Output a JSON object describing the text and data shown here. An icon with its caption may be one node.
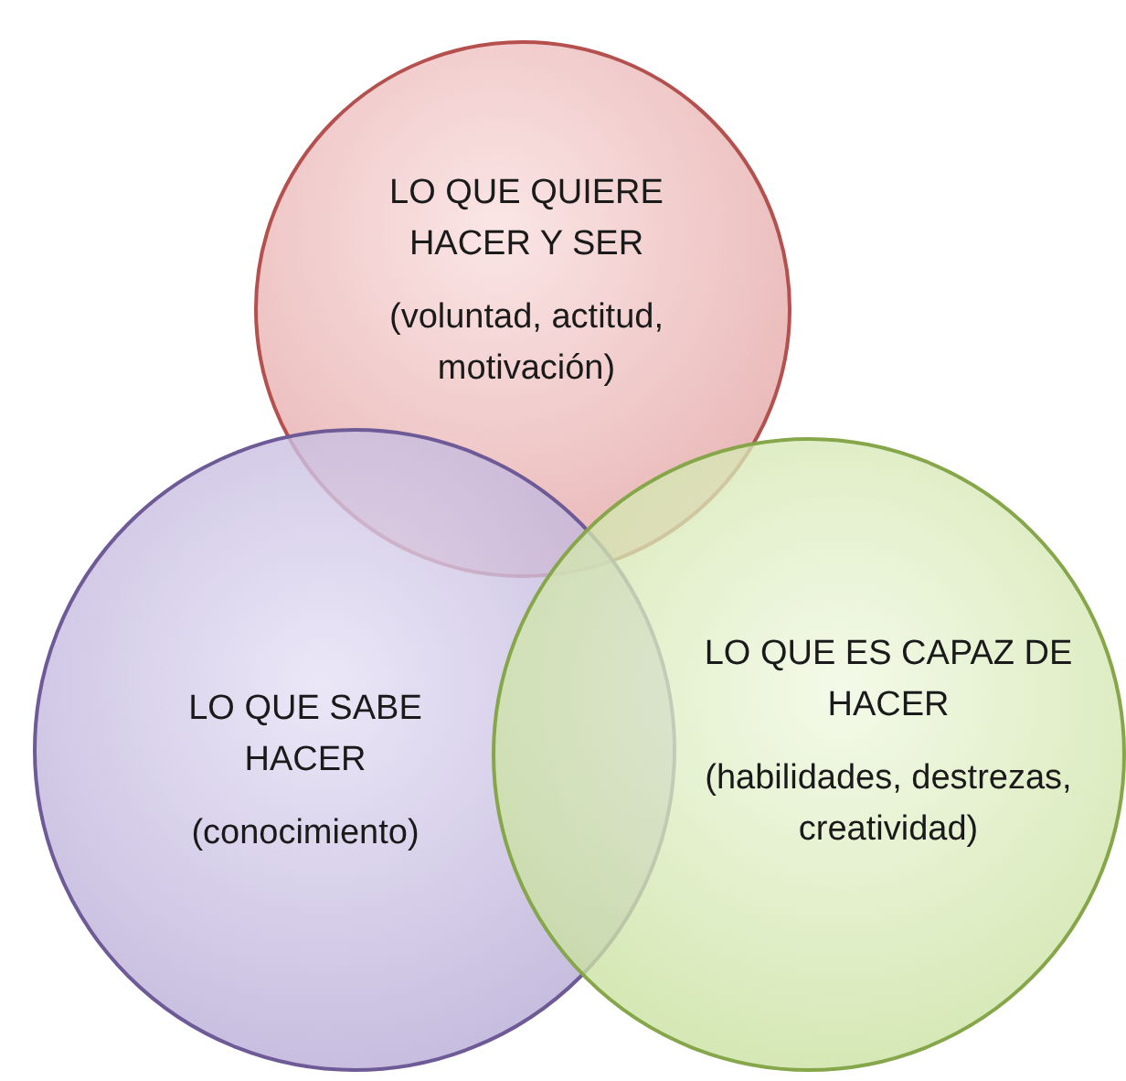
{
  "diagram": {
    "nodes": [
      {
        "text": [
          "LO QUE QUIERE HACER Y SER",
          "(voluntad, actitud, motivación)"
        ]
      },
      {
        "text": [
          "LO QUE SABE HACER",
          "(conocimiento)"
        ]
      },
      {
        "text": [
          "LO QUE ES CAPAZ DE HACER",
          "(habilidades, destrezas, creatividad)"
        ]
      }
    ]
  }
}
